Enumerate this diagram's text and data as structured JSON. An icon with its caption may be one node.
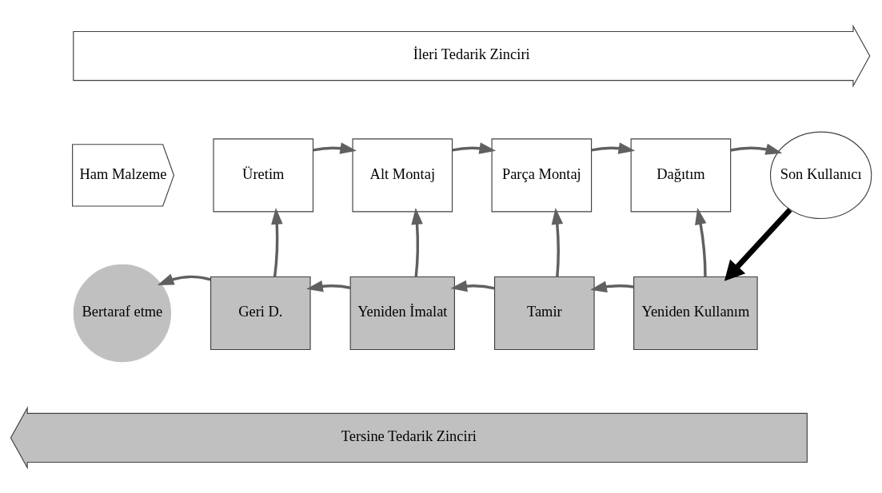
{
  "diagram": {
    "nodes": [
      {
        "text": [
          "İleri Tedarik Zinciri"
        ]
      },
      {
        "text": [
          "Ham Malzeme"
        ]
      },
      {
        "text": [
          "Üretim"
        ]
      },
      {
        "text": [
          "Alt Montaj"
        ]
      },
      {
        "text": [
          "Parça Montaj"
        ]
      },
      {
        "text": [
          "Dağıtım"
        ]
      },
      {
        "text": [
          "Son Kullanıcı"
        ]
      },
      {
        "text": [
          "Bertaraf etme"
        ]
      },
      {
        "text": [
          "Geri D."
        ]
      },
      {
        "text": [
          "Yeniden İmalat"
        ]
      },
      {
        "text": [
          "Tamir"
        ]
      },
      {
        "text": [
          "Yeniden Kullanım"
        ]
      },
      {
        "text": [
          "Tersine Tedarik Zinciri"
        ]
      }
    ],
    "edges": [
      {
        "from": 2,
        "to": 3,
        "arrow": "to"
      },
      {
        "from": 3,
        "to": 4,
        "arrow": "to"
      },
      {
        "from": 4,
        "to": 5,
        "arrow": "to"
      },
      {
        "from": 5,
        "to": 6,
        "arrow": "to"
      },
      {
        "from": 6,
        "to": 11,
        "arrow": "to",
        "style": "thick",
        "color": "#000000"
      },
      {
        "from": 11,
        "to": 10,
        "arrow": "to"
      },
      {
        "from": 10,
        "to": 9,
        "arrow": "to"
      },
      {
        "from": 9,
        "to": 8,
        "arrow": "to"
      },
      {
        "from": 8,
        "to": 7,
        "arrow": "to"
      },
      {
        "from": 8,
        "to": 2,
        "arrow": "to"
      },
      {
        "from": 9,
        "to": 3,
        "arrow": "to"
      },
      {
        "from": 10,
        "to": 4,
        "arrow": "to"
      },
      {
        "from": 11,
        "to": 5,
        "arrow": "to"
      }
    ]
  }
}
